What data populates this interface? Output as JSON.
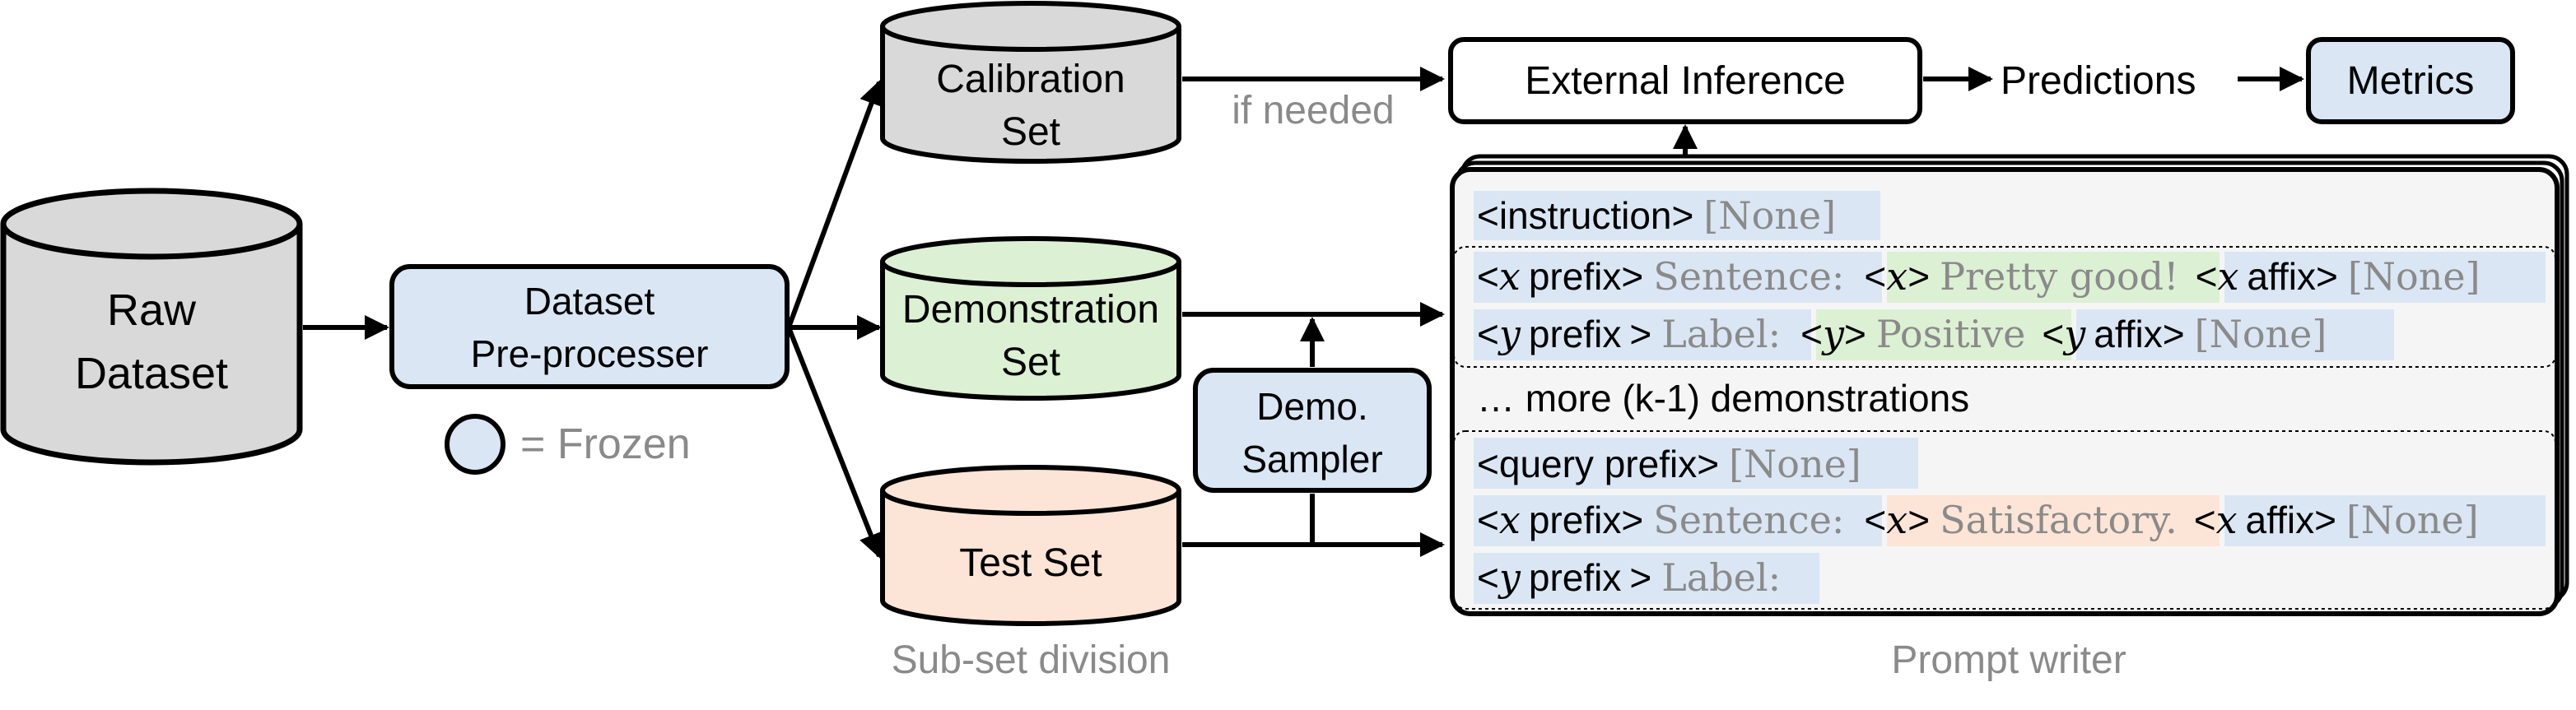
{
  "colors": {
    "frozen_blue": "#dae6f4",
    "calibration_grey": "#d9d9d9",
    "demonstration_green": "#dcf0d4",
    "test_orange": "#fce4d6",
    "prompt_bg": "#f5f5f5",
    "stroke": "#000000",
    "caption_grey": "#8a8a8a",
    "token_blue": "#dae6f4",
    "token_green": "#dcf0d4",
    "token_orange": "#fce4d6"
  },
  "raw_dataset": {
    "line1": "Raw",
    "line2": "Dataset"
  },
  "preprocessor": {
    "line1": "Dataset",
    "line2": "Pre-processer"
  },
  "legend": {
    "text": "= Frozen"
  },
  "calibration_set": {
    "line1": "Calibration",
    "line2": "Set"
  },
  "demonstration_set": {
    "line1": "Demonstration",
    "line2": "Set"
  },
  "test_set": {
    "label": "Test Set"
  },
  "subset_caption": "Sub-set division",
  "if_needed": "if needed",
  "demo_sampler": {
    "line1": "Demo.",
    "line2": "Sampler"
  },
  "external_inference": "External Inference",
  "predictions": "Predictions",
  "metrics": "Metrics",
  "prompt_caption": "Prompt writer",
  "prompt": {
    "instruction_tag": "<instruction>",
    "none": "[None]",
    "x_var": "x",
    "y_var": "y",
    "prefix_word": "prefix",
    "affix_word": "affix",
    "sentence": "Sentence:",
    "label": "Label:",
    "demo_x_value": "Pretty good!",
    "demo_y_value": "Positive",
    "more_demos": "… more (k-1) demonstrations",
    "query_prefix_tag": "<query prefix>",
    "query_x_value": "Satisfactory."
  }
}
